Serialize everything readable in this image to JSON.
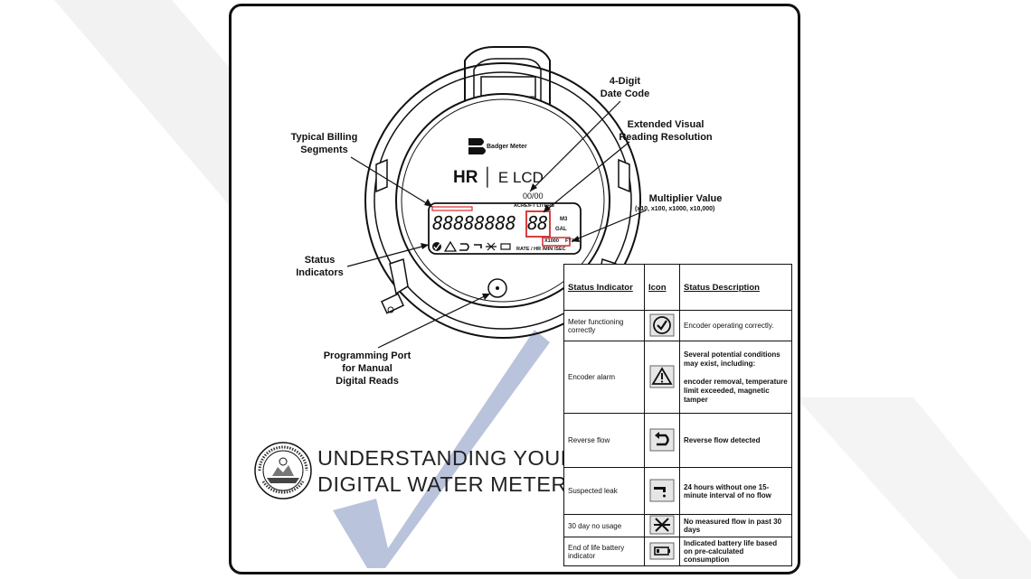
{
  "callouts": {
    "date_code": "4-Digit\nDate Code",
    "extended_resolution": "Extended Visual\nReading Resolution",
    "billing_segments": "Typical Billing\nSegments",
    "multiplier_value": "Multiplier Value",
    "multiplier_options": "(x10, x100, x1000, x10,000)",
    "status_indicators": "Status\nIndicators",
    "programming_port": "Programming Port\nfor Manual\nDigital Reads"
  },
  "meter": {
    "brand": "Badger Meter",
    "model_bold": "HR",
    "model_rest": "E LCD",
    "date_code": "00/00",
    "digits": "88888888",
    "fine_digits": "88",
    "unit_top": "ACRE/FT LITERS",
    "unit_m3": "M3",
    "unit_gal": "GAL",
    "multiplier": "X1000",
    "unit_ft3": "FT3",
    "rate_units": "RATE / HR /MIN /SEC"
  },
  "title": {
    "line1": "UNDERSTANDING YOUR",
    "line2": "DIGITAL WATER METER"
  },
  "seal": {
    "text": "SEAL OF THE CITY OF TOLEDO · JANUARY 7, 1837"
  },
  "table": {
    "headers": [
      "Status Indicator",
      "Icon",
      "Status Description"
    ],
    "rows": [
      {
        "indicator": "Meter functioning correctly",
        "icon": "check-circle-icon",
        "description": "Encoder operating correctly."
      },
      {
        "indicator": "Encoder alarm",
        "icon": "warning-triangle-icon",
        "description": "Several potential conditions may exist, including:\n\nencoder removal, temperature limit exceeded, magnetic tamper"
      },
      {
        "indicator": "Reverse flow",
        "icon": "reverse-arrow-icon",
        "description": "Reverse flow detected"
      },
      {
        "indicator": "Suspected leak",
        "icon": "faucet-drip-icon",
        "description": "24 hours without one 15-minute interval of no flow"
      },
      {
        "indicator": "30 day no usage",
        "icon": "no-flow-icon",
        "description": "No measured flow in past 30 days"
      },
      {
        "indicator": "End of life battery indicator",
        "icon": "battery-icon",
        "description": "Indicated battery life based on pre-calculated consumption"
      }
    ]
  },
  "colors": {
    "checkmark": "#b9c3dc",
    "highlight": "#d42a2a",
    "frame": "#111111"
  }
}
